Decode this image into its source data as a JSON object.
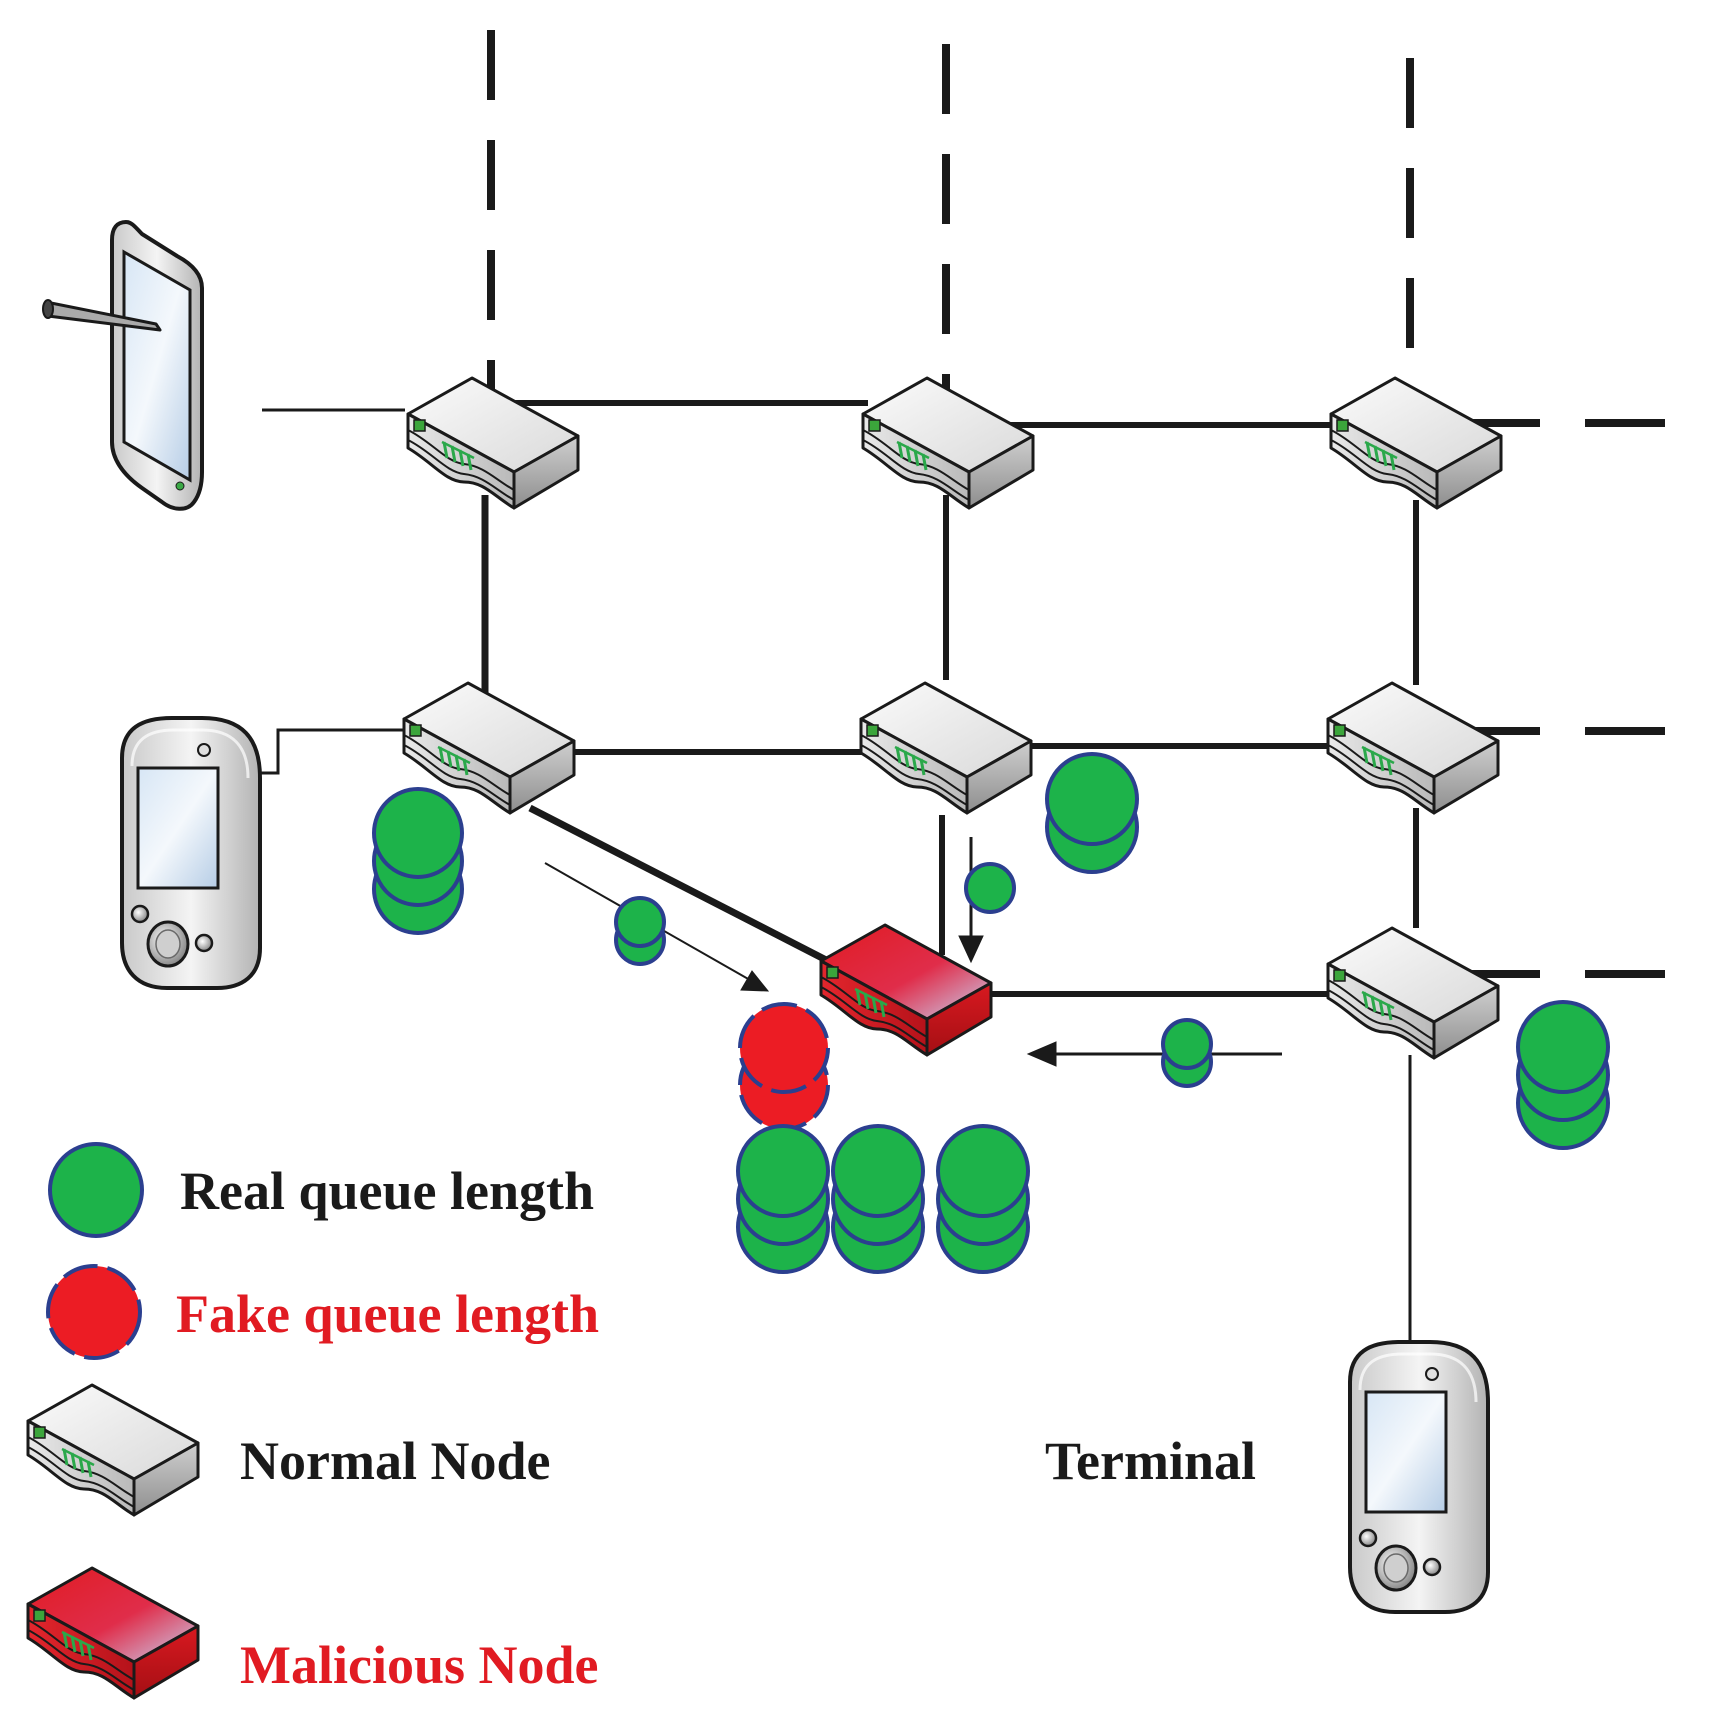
{
  "legend": {
    "real_queue": "Real queue length",
    "fake_queue": "Fake queue length",
    "normal_node": "Normal Node",
    "malicious_node": "Malicious Node"
  },
  "labels": {
    "terminal": "Terminal"
  },
  "colors": {
    "real_queue": "#1db34a",
    "fake_queue": "#ec1c24",
    "queue_outline": "#2b3f8f",
    "malicious_red": "#e11b22",
    "link": "#1a1a1a",
    "text_black": "#1a1a1a",
    "text_red": "#e11b22"
  },
  "icons": {
    "normal_node": "switch-icon",
    "malicious_node": "malicious-switch-icon",
    "terminal": "handheld-device-icon",
    "tablet": "tablet-with-stylus-icon"
  }
}
